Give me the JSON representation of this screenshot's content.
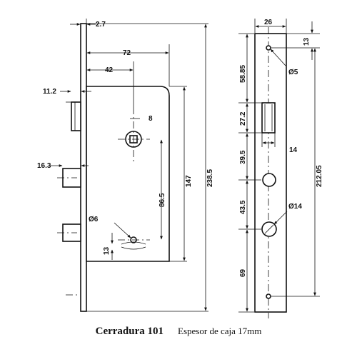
{
  "caption": {
    "title": "Cerradura 101",
    "subtitle": "Espesor de caja 17mm"
  },
  "front_view": {
    "dimensions": {
      "faceplate_thickness": "2.7",
      "backset_outer": "72",
      "backset_inner": "42",
      "latch_offset": "11.2",
      "spindle_square": "8",
      "deadbolt_offset": "16.3",
      "spindle_to_key": "86.5",
      "case_height": "147",
      "plate_height": "238.5",
      "key_hole": "Ø6",
      "key_slot": "13"
    }
  },
  "side_view": {
    "dimensions": {
      "plate_width": "26",
      "top_margin": "13",
      "top_to_latch": "58.85",
      "screw_hole": "Ø5",
      "latch_height": "27.2",
      "latch_to_spindle": "39.5",
      "latch_width": "14",
      "spindle_to_key": "43.5",
      "key_hole": "Ø14",
      "key_to_bottom": "69",
      "screw_spacing": "212.05"
    }
  }
}
